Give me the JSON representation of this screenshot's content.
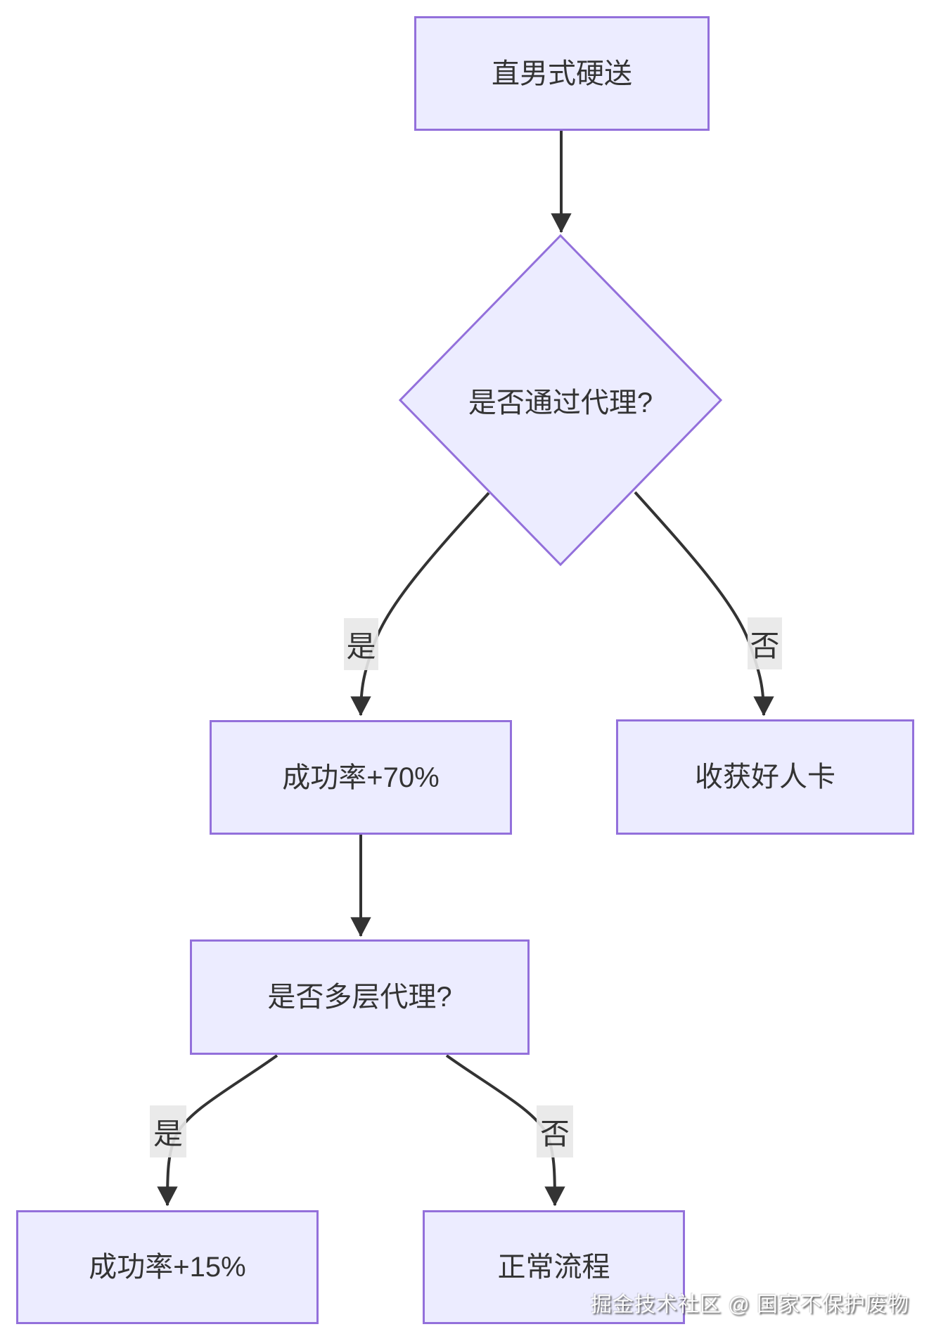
{
  "diagram": {
    "type": "flowchart",
    "direction": "top-down",
    "nodes": {
      "start": {
        "label": "直男式硬送",
        "shape": "rect"
      },
      "proxy_q": {
        "label": "是否通过代理?",
        "shape": "diamond"
      },
      "rate70": {
        "label": "成功率+70%",
        "shape": "rect"
      },
      "card": {
        "label": "收获好人卡",
        "shape": "rect"
      },
      "multi_q": {
        "label": "是否多层代理?",
        "shape": "rect"
      },
      "rate15": {
        "label": "成功率+15%",
        "shape": "rect"
      },
      "normal": {
        "label": "正常流程",
        "shape": "rect"
      }
    },
    "edges": [
      {
        "from": "直男式硬送",
        "to": "是否通过代理?",
        "label": ""
      },
      {
        "from": "是否通过代理?",
        "to": "成功率+70%",
        "label": "是"
      },
      {
        "from": "是否通过代理?",
        "to": "收获好人卡",
        "label": "否"
      },
      {
        "from": "成功率+70%",
        "to": "是否多层代理?",
        "label": ""
      },
      {
        "from": "是否多层代理?",
        "to": "成功率+15%",
        "label": "是"
      },
      {
        "from": "是否多层代理?",
        "to": "正常流程",
        "label": "否"
      }
    ],
    "colors": {
      "node_fill": "#ECECFF",
      "node_border": "#9370DB",
      "edge_stroke": "#333333",
      "edge_label_bg": "#E8E8E8",
      "text": "#333333",
      "background": "#FFFFFF"
    },
    "watermark": "掘金技术社区 @ 国家不保护废物"
  }
}
